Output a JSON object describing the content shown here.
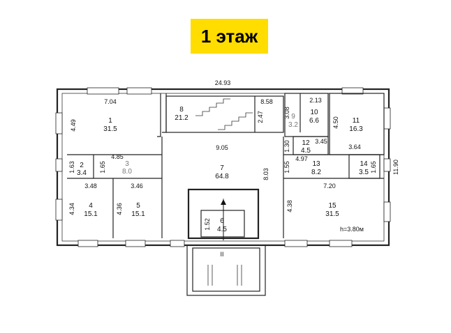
{
  "title": "1 этаж",
  "overall": {
    "width": "24.93",
    "depth": "11.90",
    "height_note": "h=3.80м"
  },
  "entrance_label": "II",
  "rooms": [
    {
      "id": "1",
      "area": "31.5"
    },
    {
      "id": "2",
      "area": "3.4"
    },
    {
      "id": "3",
      "area": "8.0"
    },
    {
      "id": "4",
      "area": "15.1"
    },
    {
      "id": "5",
      "area": "15.1"
    },
    {
      "id": "6",
      "area": "4.5"
    },
    {
      "id": "7",
      "area": "64.8"
    },
    {
      "id": "8",
      "area": "21.2"
    },
    {
      "id": "9",
      "area": "3.2"
    },
    {
      "id": "10",
      "area": "6.6"
    },
    {
      "id": "11",
      "area": "16.3"
    },
    {
      "id": "12",
      "area": "4.5"
    },
    {
      "id": "13",
      "area": "8.2"
    },
    {
      "id": "14",
      "area": "3.5"
    },
    {
      "id": "15",
      "area": "31.5"
    }
  ],
  "dimensions": [
    "7.04",
    "4.49",
    "1.63",
    "1.65",
    "4.85",
    "3.48",
    "3.46",
    "4.34",
    "4.36",
    "9.05",
    "8.03",
    "1.52",
    "8.58",
    "2.47",
    "2.13",
    "3.08",
    "4.50",
    "1.30",
    "3.45",
    "3.64",
    "1.55",
    "4.97",
    "1.65",
    "7.20",
    "4.38"
  ]
}
